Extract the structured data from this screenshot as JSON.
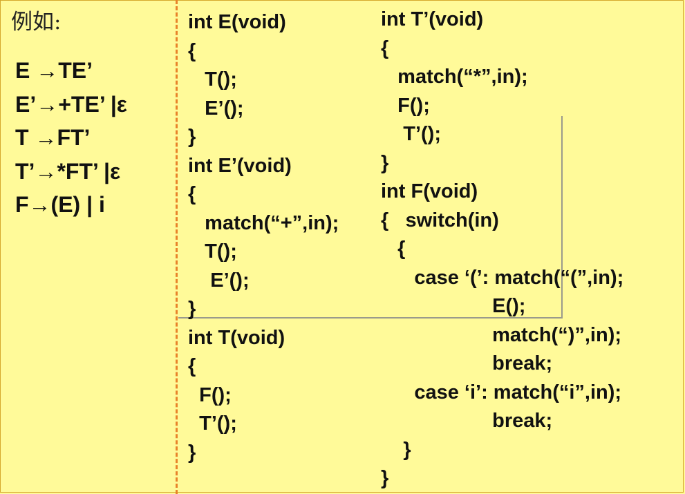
{
  "label": "例如:",
  "grammar": [
    "E →TE’",
    "E’→+TE’ |ε",
    "T →FT’",
    "T’→*FT’ |ε",
    "F→(E) | i"
  ],
  "code_left": [
    "int E(void)",
    "{",
    "   T();",
    "   E’();",
    "}",
    "int E’(void)",
    "{",
    "   match(“+”,in);",
    "   T();",
    "    E’();",
    "}",
    "int T(void)",
    "{",
    "  F();",
    "  T’();",
    "}"
  ],
  "code_right": [
    "int T’(void)",
    "{",
    "   match(“*”,in);",
    "   F();",
    "    T’();",
    "}",
    "int F(void)",
    "{   switch(in)",
    "   {",
    "      case ‘(’: match(“(”,in);",
    "                    E();",
    "                    match(“)”,in);",
    "                    break;",
    "      case ‘i’: match(“i”,in);",
    "                    break;",
    "    }",
    "}"
  ]
}
